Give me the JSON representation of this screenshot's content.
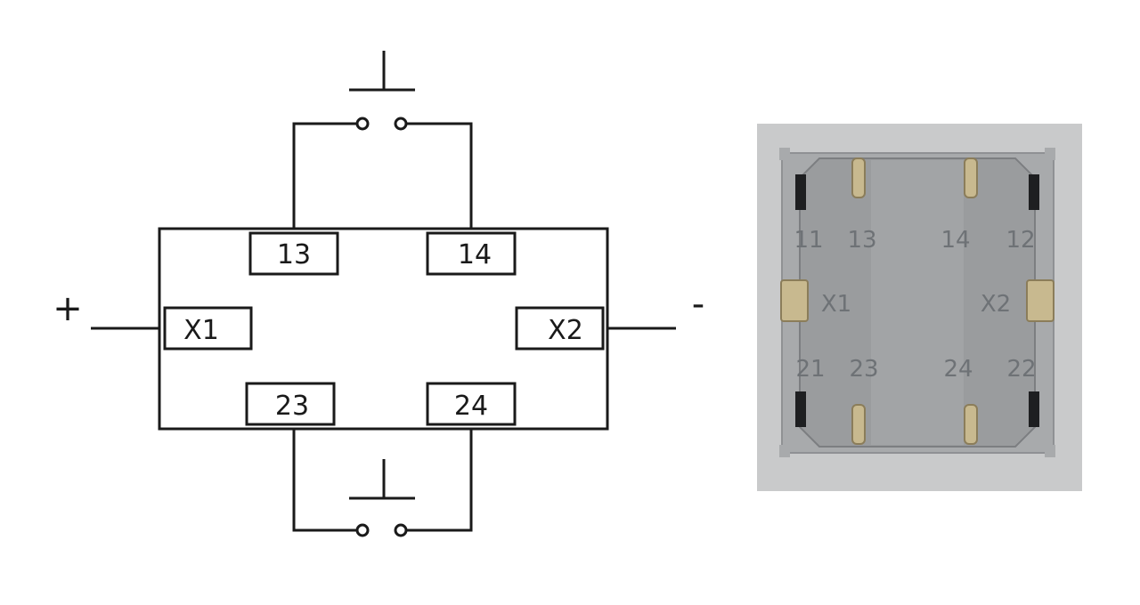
{
  "diagram": {
    "terminals": {
      "t13": "13",
      "t14": "14",
      "t23": "23",
      "t24": "24",
      "x1": "X1",
      "x2": "X2"
    },
    "polarity": {
      "positive": "+",
      "negative": "-"
    }
  },
  "photo": {
    "labels": {
      "p11": "11",
      "p13": "13",
      "p14": "14",
      "p12": "12",
      "px1": "X1",
      "px2": "X2",
      "p21": "21",
      "p23": "23",
      "p24": "24",
      "p22": "22"
    }
  },
  "colors": {
    "line": "#1a1a1a",
    "photo_background": "#c9cacb",
    "relay_body": "#9a9c9e",
    "pin": "#c8b98f"
  }
}
